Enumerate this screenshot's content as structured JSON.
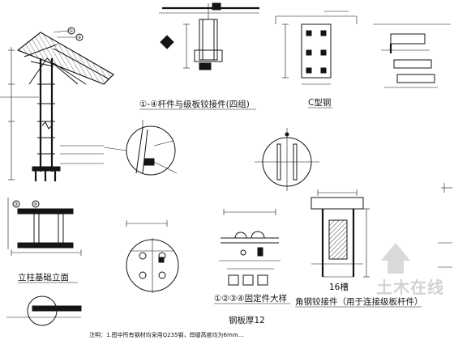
{
  "captions": {
    "rod_detail": "①-④杆件与级板铰接件(四组)",
    "c_section": "C型钢",
    "column_elevation": "立柱基础立面",
    "fixing_detail": "①②③④固定件大样",
    "steel_plate": "钢板厚12",
    "steel_angle": "角钢铰接件（用于连接级板杆件）",
    "channel_16": "16槽"
  },
  "callouts": [
    "①",
    "②",
    "③",
    "④"
  ],
  "footer_note": "注明：1.图中所有钢材均采用Q235钢，焊缝高度均为6mm…",
  "watermark": "土木在线",
  "colors": {
    "ink": "#141414",
    "paper": "#ffffff",
    "watermark": "#d2d2d2"
  }
}
